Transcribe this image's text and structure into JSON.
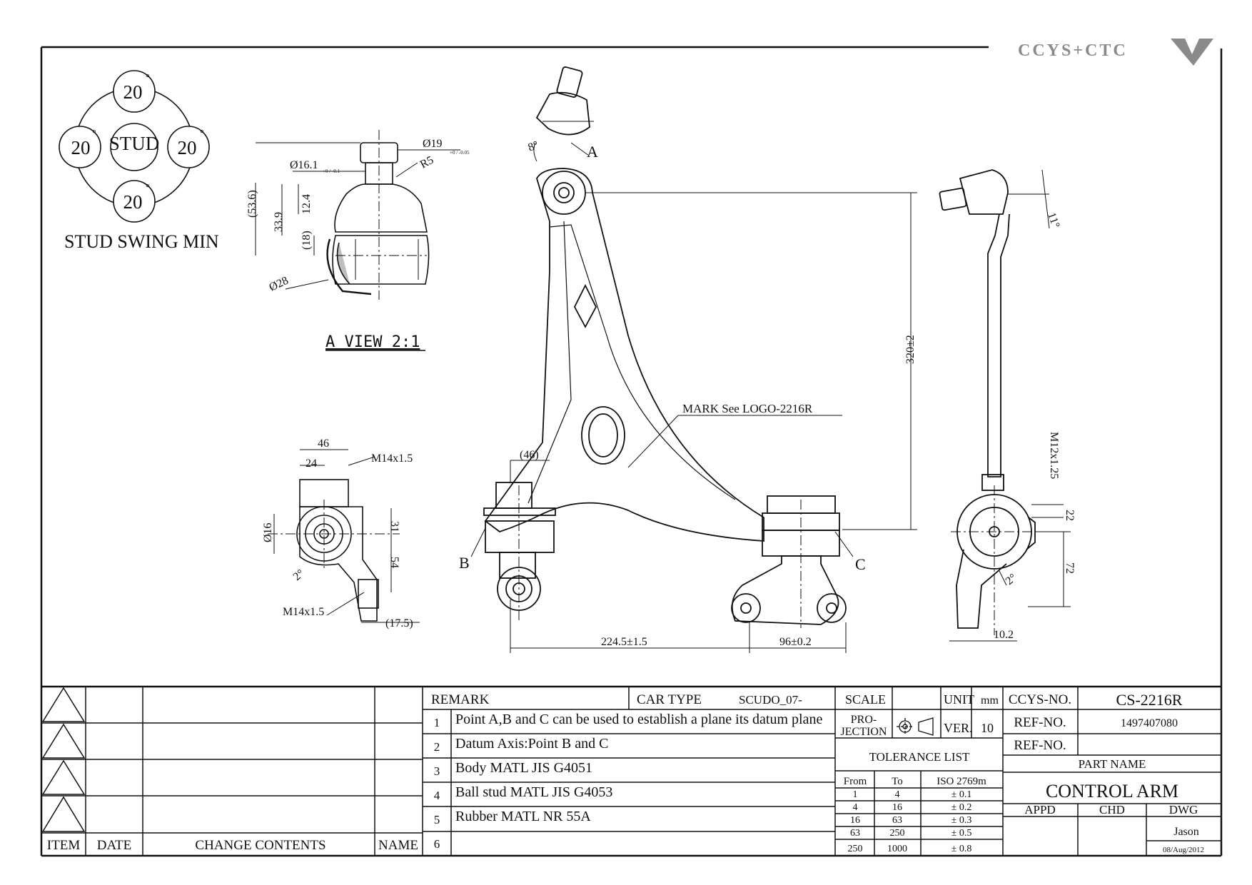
{
  "brand": {
    "logo_text": "CCYS+CTC"
  },
  "stud_swing": {
    "center": "STUD",
    "angles": [
      "20",
      "20",
      "20",
      "20"
    ],
    "degree_mark": "°",
    "caption": "STUD SWING MIN"
  },
  "a_view": {
    "caption": "A VIEW 2:1",
    "dims": {
      "d_top": "Ø19",
      "d_top_tol": "+0 / -0.05",
      "d_neck": "Ø16.1",
      "d_neck_tol": "+0 / -0.1",
      "r5": "R5",
      "h536": "(53.6)",
      "h339": "33.9",
      "h124": "12.4",
      "h18": "(18)",
      "d28": "Ø28"
    }
  },
  "side_view": {
    "dims": {
      "d46": "46",
      "d24": "24",
      "thread_top": "M14x1.5",
      "d16": "Ø16",
      "d31": "31",
      "d54": "54",
      "a2": "2°",
      "thread_bot": "M14x1.5",
      "d175": "(17.5)"
    }
  },
  "main_view": {
    "dims": {
      "angle_top": "8°",
      "d46": "(46)",
      "h320": "320±2",
      "w2245": "224.5±1.5",
      "w96": "96±0.2"
    },
    "points": {
      "a": "A",
      "b": "B",
      "c": "C"
    },
    "mark_label": "MARK See LOGO-2216R"
  },
  "right_view": {
    "dims": {
      "a11": "11°",
      "thread": "M12x1.25",
      "d22": "22",
      "d72": "72",
      "a2": "2°",
      "d102": "10.2"
    }
  },
  "title_block": {
    "revision_headers": {
      "item": "ITEM",
      "date": "DATE",
      "change": "CHANGE CONTENTS",
      "name": "NAME"
    },
    "remark_label": "REMARK",
    "car_type_label": "CAR TYPE",
    "car_type_value": "SCUDO_07-",
    "remarks": [
      {
        "no": "1",
        "text": "Point A,B and C can be used to establish a plane its datum plane"
      },
      {
        "no": "2",
        "text": "Datum Axis:Point B and C"
      },
      {
        "no": "3",
        "text": "Body MATL JIS G4051"
      },
      {
        "no": "4",
        "text": "Ball stud MATL JIS G4053"
      },
      {
        "no": "5",
        "text": "Rubber MATL NR 55A"
      },
      {
        "no": "6",
        "text": ""
      }
    ],
    "scale_label": "SCALE",
    "unit_label": "UNIT",
    "unit_value": "mm",
    "projection_label_1": "PRO-",
    "projection_label_2": "JECTION",
    "ver_label": "VER.",
    "ver_value": "10",
    "tolerance_title": "TOLERANCE LIST",
    "tolerance_headers": [
      "From",
      "To",
      "ISO 2769m"
    ],
    "tolerance_rows": [
      [
        "1",
        "4",
        "± 0.1"
      ],
      [
        "4",
        "16",
        "± 0.2"
      ],
      [
        "16",
        "63",
        "± 0.3"
      ],
      [
        "63",
        "250",
        "± 0.5"
      ],
      [
        "250",
        "1000",
        "± 0.8"
      ]
    ],
    "ccys_no_label": "CCYS-NO.",
    "ccys_no_value": "CS-2216R",
    "ref_no_label": "REF-NO.",
    "ref_no_value": "1497407080",
    "ref_no_label_2": "REF-NO.",
    "part_name_label": "PART NAME",
    "part_name_value": "CONTROL ARM",
    "appd_label": "APPD",
    "chd_label": "CHD",
    "dwg_label": "DWG",
    "dwg_name": "Jason",
    "dwg_date": "08/Aug/2012"
  }
}
